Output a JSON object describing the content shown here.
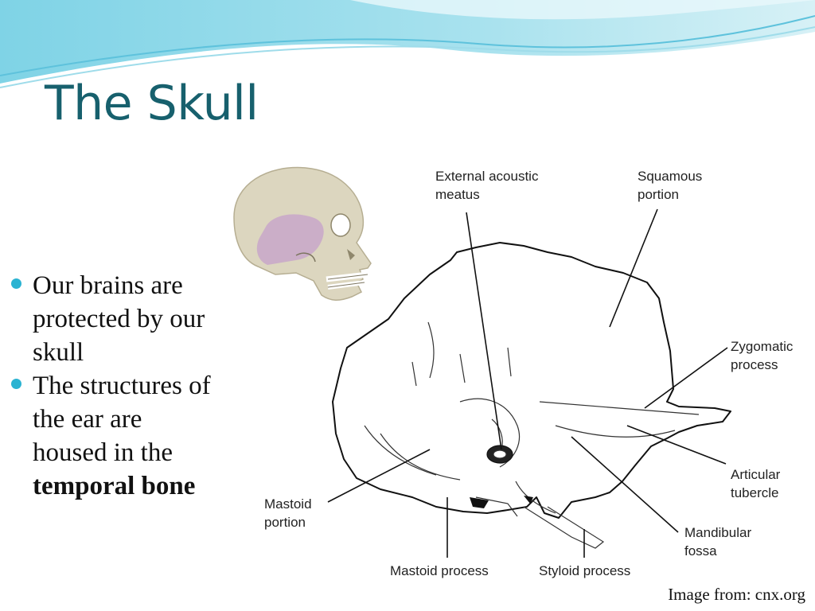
{
  "slide": {
    "title": "The Skull",
    "accent_color": "#17606d",
    "bullet_color": "#2bb3d2"
  },
  "bullets": [
    {
      "text": "Our brains are protected by our skull"
    },
    {
      "text_plain": "The structures of the ear are housed in the ",
      "text_bold": "temporal bone"
    }
  ],
  "diagram": {
    "labels": {
      "external_acoustic_meatus": "External acoustic\nmeatus",
      "squamous_portion": "Squamous\nportion",
      "zygomatic_process": "Zygomatic\nprocess",
      "articular_tubercle": "Articular\ntubercle",
      "mandibular_fossa": "Mandibular\nfossa",
      "mastoid_portion": "Mastoid\nportion",
      "mastoid_process": "Mastoid process",
      "styloid_process": "Styloid process"
    }
  },
  "credit": "Image from: cnx.org"
}
